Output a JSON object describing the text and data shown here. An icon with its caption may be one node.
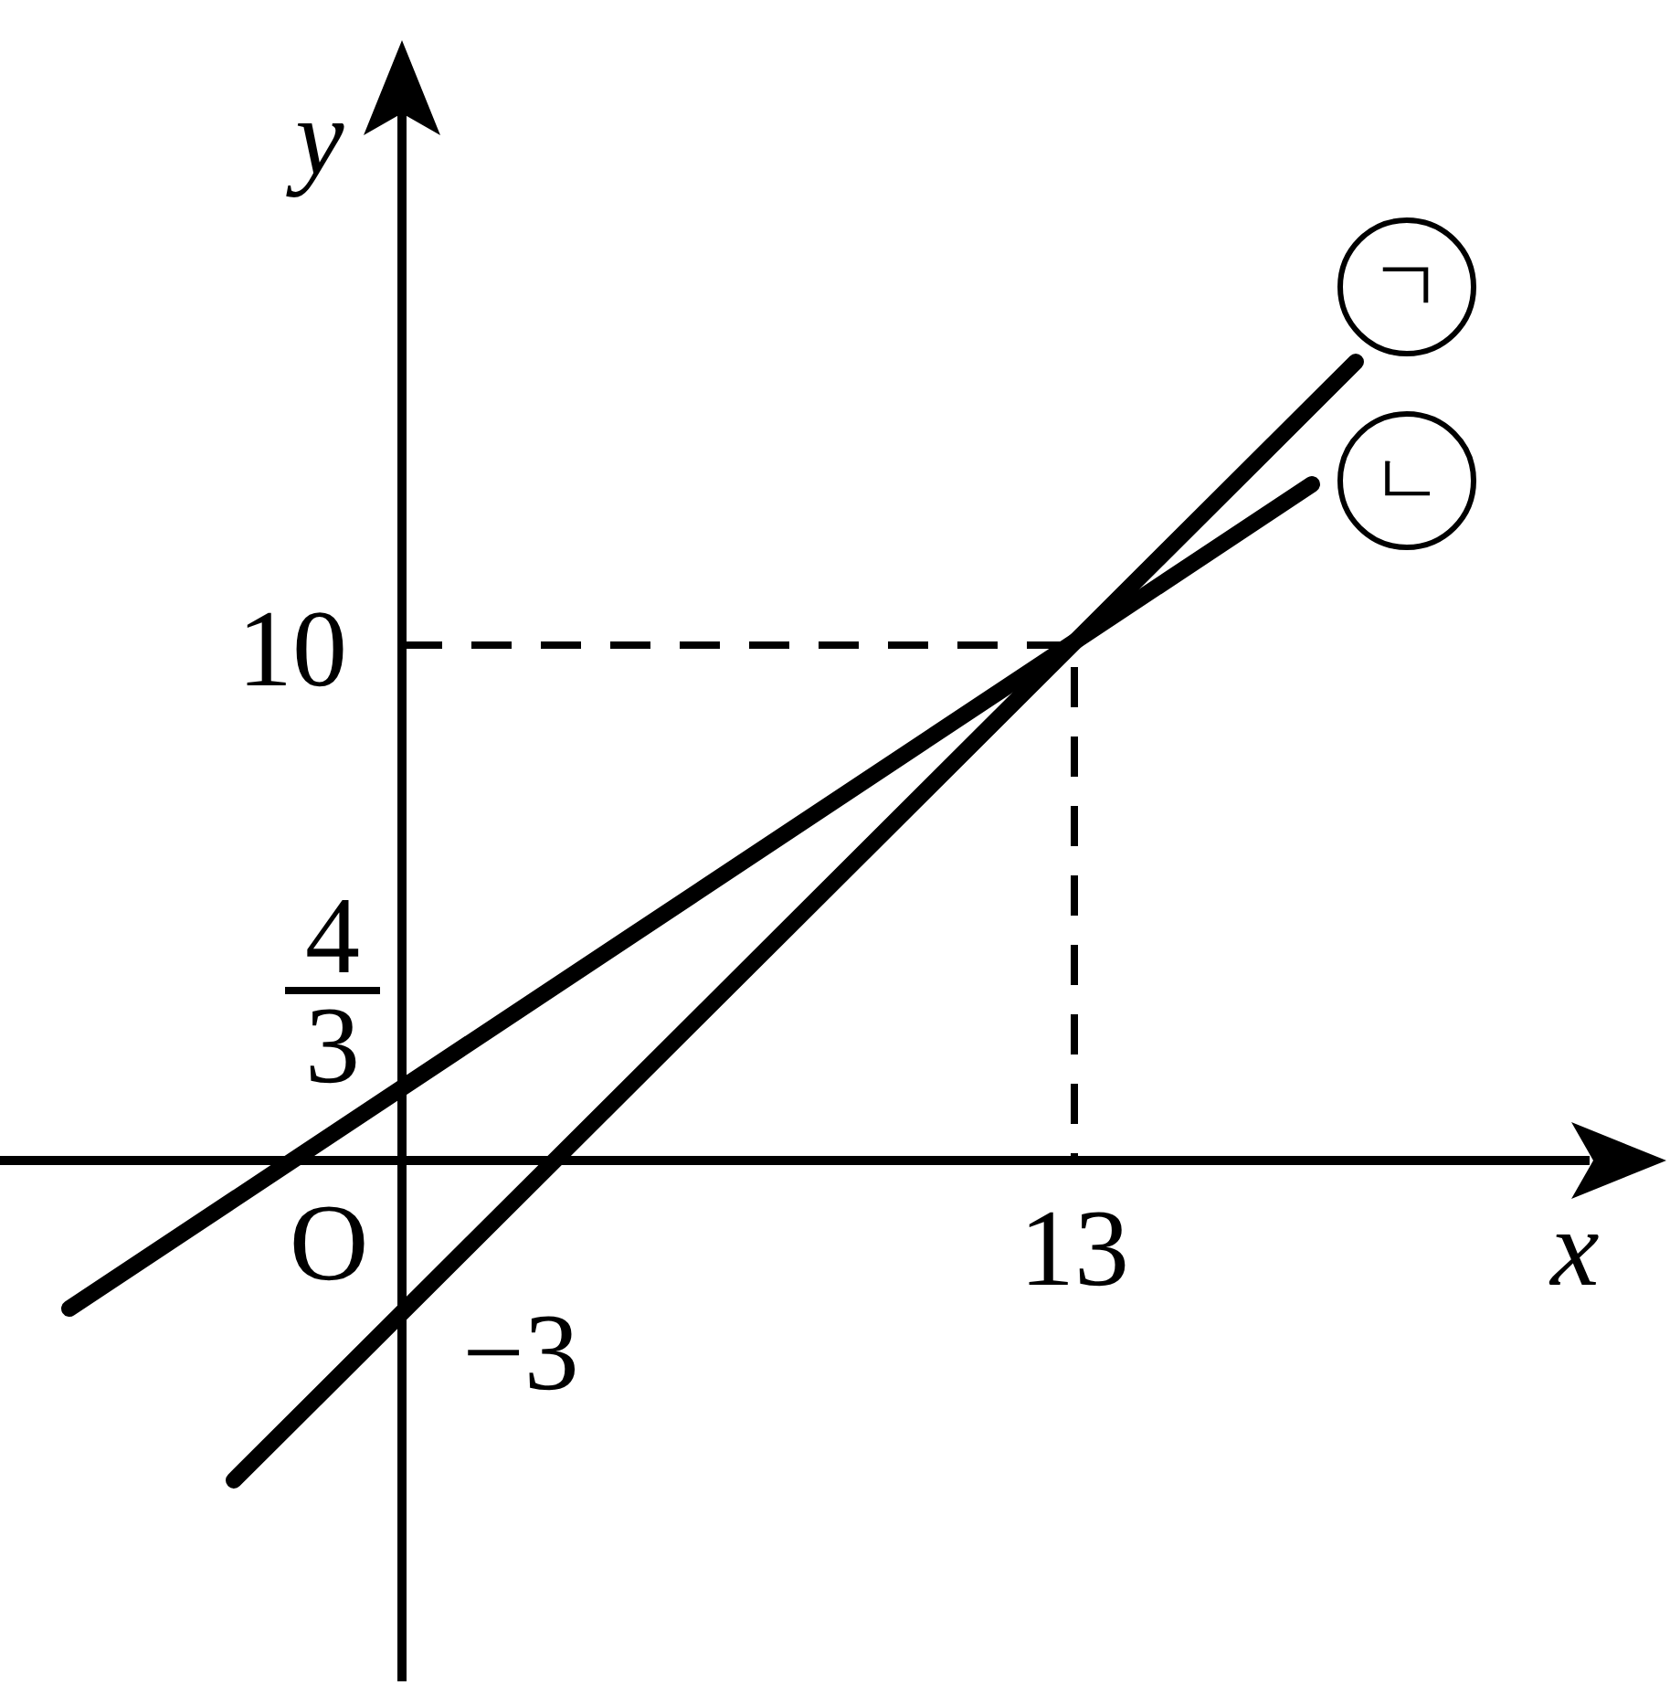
{
  "diagram": {
    "nodes": [
      {
        "text": [
          "ㄱ"
        ]
      },
      {
        "text": [
          "ㄴ"
        ]
      }
    ],
    "edges": [
      {
        "from": null,
        "to": 0,
        "arrow": "none"
      },
      {
        "from": null,
        "to": 1,
        "arrow": "none"
      }
    ],
    "labels": [
      "y",
      "10",
      "4",
      "3",
      "O",
      "−3",
      "13",
      "x"
    ]
  }
}
